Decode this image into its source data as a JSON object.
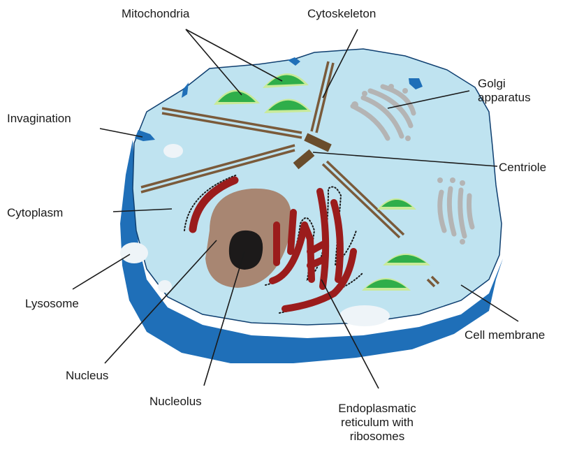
{
  "labels": {
    "mitochondria": "Mitochondria",
    "cytoskeleton": "Cytoskeleton",
    "golgi_line1": "Golgi",
    "golgi_line2": "apparatus",
    "invagination": "Invagination",
    "centriole": "Centriole",
    "cytoplasm": "Cytoplasm",
    "lysosome": "Lysosome",
    "cell_membrane": "Cell membrane",
    "nucleus": "Nucleus",
    "nucleolus": "Nucleolus",
    "er_line1": "Endoplasmatic",
    "er_line2": "reticulum with",
    "er_line3": "ribosomes"
  },
  "colors": {
    "cytoplasm": "#bfe3f0",
    "membrane": "#1f6fb8",
    "nucleus": "#a88672",
    "nucleolus": "#1c1a1a",
    "mitochondria_outer": "#c9ea9a",
    "mitochondria_inner": "#2fae4a",
    "er": "#9b1c1c",
    "golgi": "#b4b4b4",
    "cytoskeleton": "#7a5a3a",
    "centriole": "#6a4d2c",
    "lysosome": "#eef4f8",
    "line": "#1a1a1a"
  }
}
